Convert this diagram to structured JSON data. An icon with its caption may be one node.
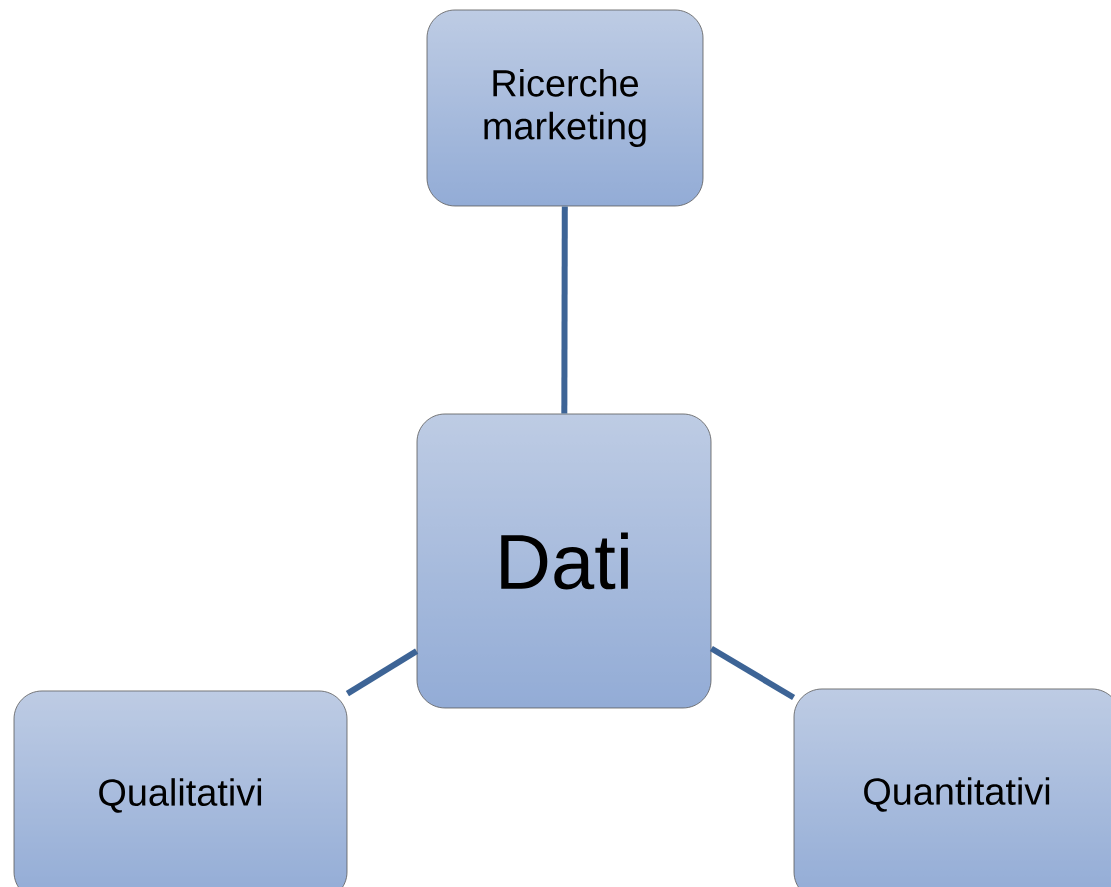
{
  "diagram": {
    "nodes": [
      {
        "text": [
          "Ricerche marketing"
        ]
      },
      {
        "text": [
          "Dati"
        ]
      },
      {
        "text": [
          "Qualitativi"
        ]
      },
      {
        "text": [
          "Quantitativi"
        ]
      }
    ],
    "edges": [
      {
        "from": 0,
        "to": 1,
        "arrow": "none"
      },
      {
        "from": 1,
        "to": 2,
        "arrow": "none"
      },
      {
        "from": 1,
        "to": 3,
        "arrow": "none"
      }
    ]
  }
}
